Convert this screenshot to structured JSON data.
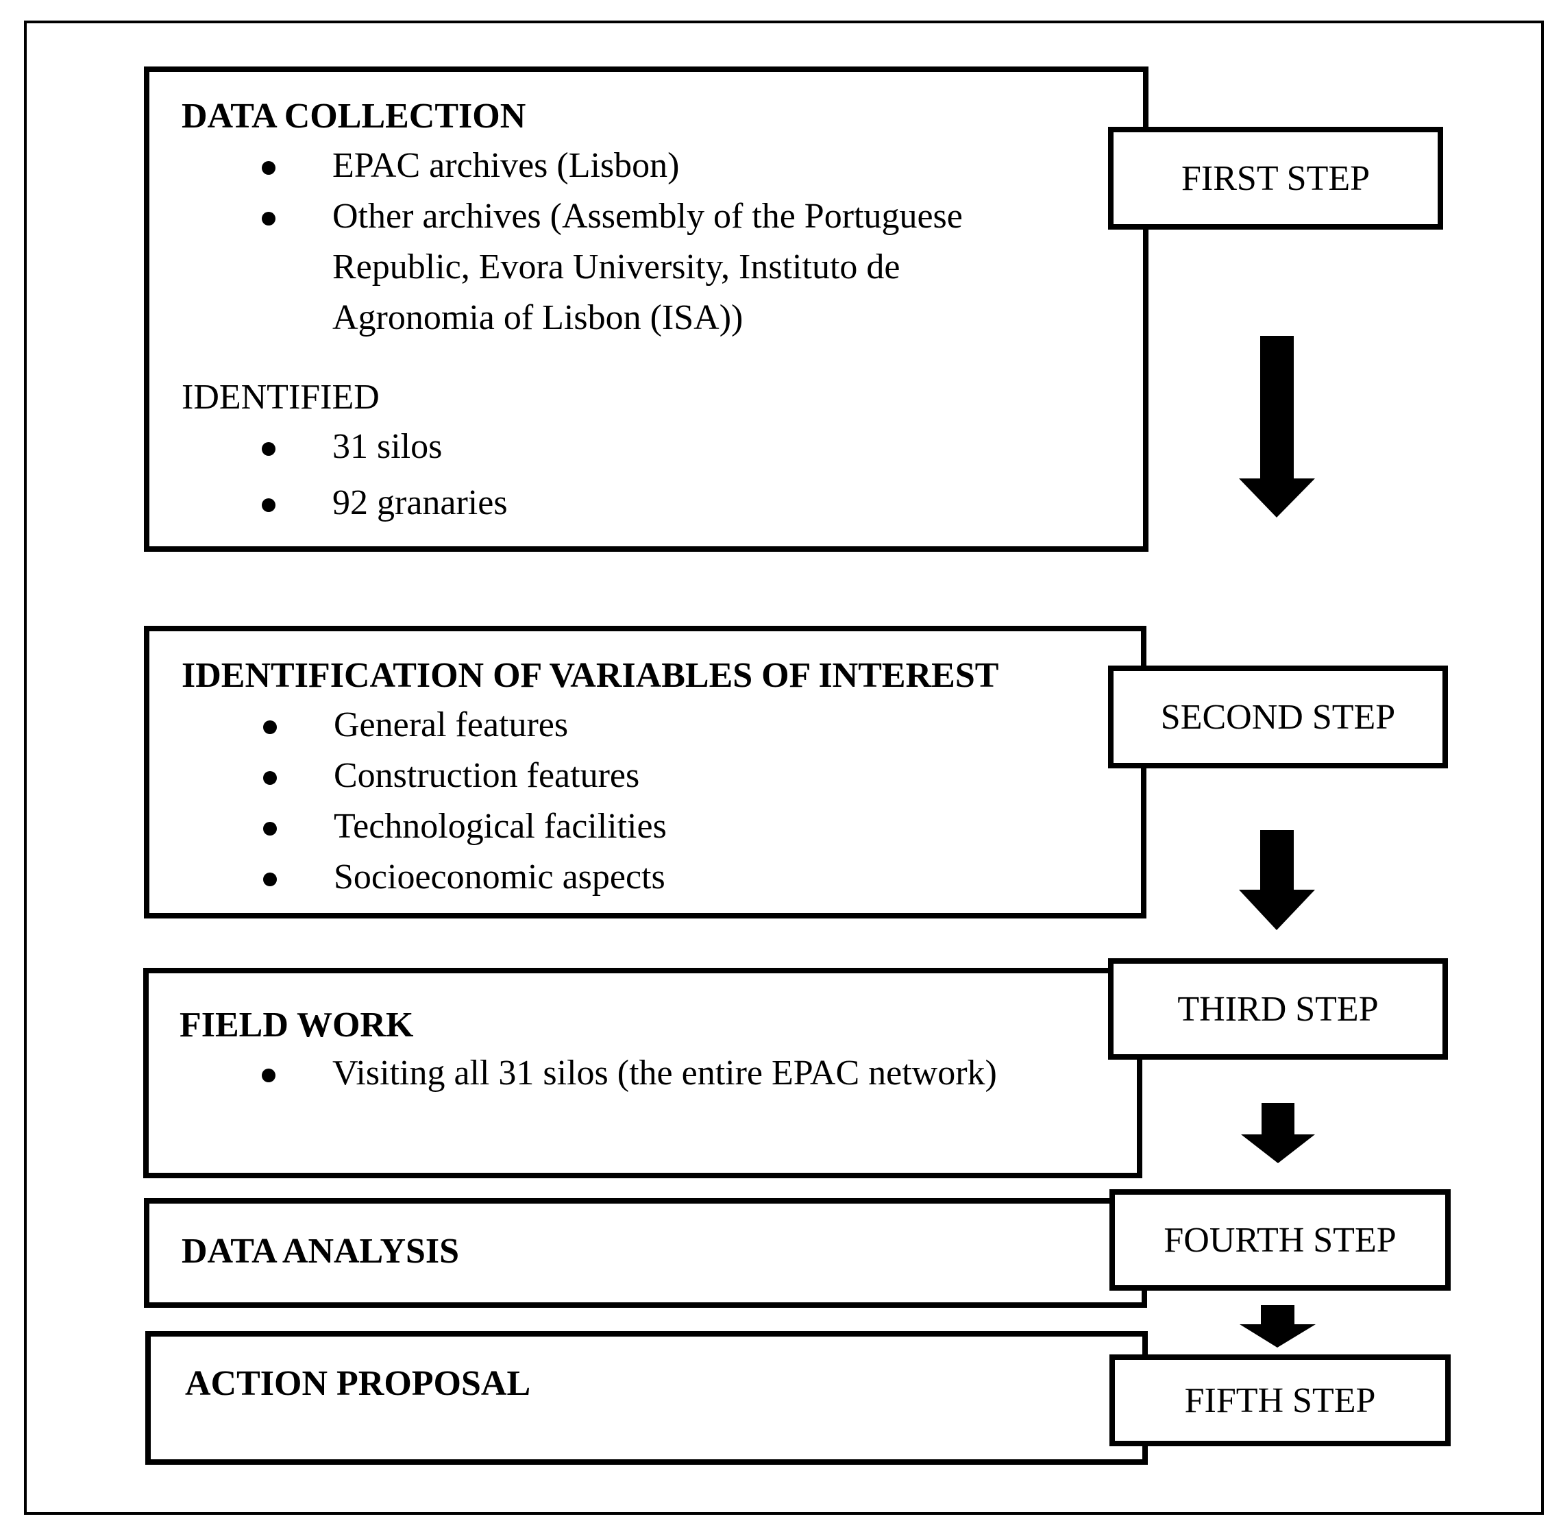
{
  "stages": [
    {
      "heading": "DATA COLLECTION",
      "bullets": [
        "EPAC archives (Lisbon)",
        "Other archives (Assembly of the Portuguese",
        "Republic, Evora University, Instituto de",
        "Agronomia of Lisbon (ISA))"
      ],
      "subheading": "IDENTIFIED",
      "sub_bullets": [
        "31 silos",
        "92 granaries"
      ],
      "step_label": "FIRST STEP"
    },
    {
      "heading": "IDENTIFICATION OF VARIABLES OF INTEREST",
      "bullets": [
        "General features",
        "Construction features",
        "Technological facilities",
        "Socioeconomic aspects"
      ],
      "step_label": "SECOND STEP"
    },
    {
      "heading": "FIELD WORK",
      "bullets": [
        "Visiting all 31 silos (the entire EPAC network)"
      ],
      "step_label": "THIRD STEP"
    },
    {
      "heading": "DATA ANALYSIS",
      "step_label": "FOURTH STEP"
    },
    {
      "heading": "ACTION PROPOSAL",
      "step_label": "FIFTH STEP"
    }
  ]
}
